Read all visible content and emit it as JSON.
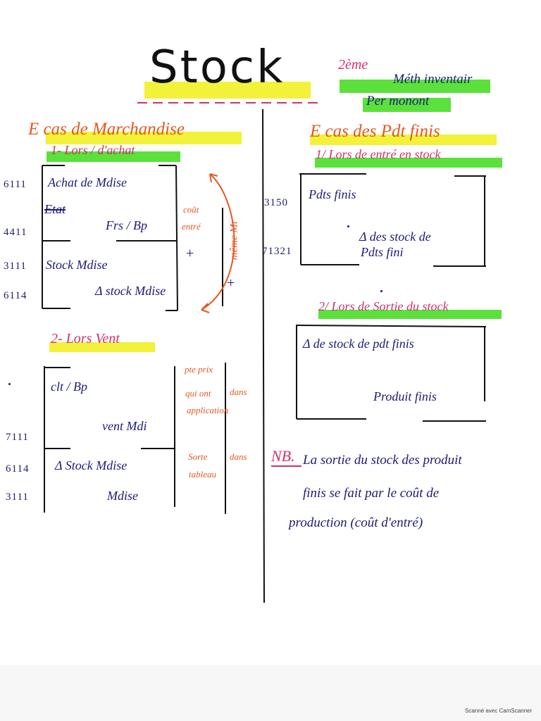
{
  "header": {
    "title": "Stock",
    "ordinal": "2ème",
    "method": "Méth inventair",
    "method_type": "Per monont"
  },
  "merchandise": {
    "heading": "E cas de Marchandise",
    "purchase": {
      "heading": "1- Lors / d'achat",
      "accounts": [
        "6111",
        "4411",
        "3111",
        "6114"
      ],
      "lines": [
        "Achat de Mdise",
        "Etat",
        "Frs / Bp",
        "Stock Mdise",
        "Δ stock Mdise"
      ],
      "notes": [
        "coût",
        "entré",
        "+",
        "même Mt",
        "+"
      ]
    },
    "sale": {
      "heading": "2- Lors Vent",
      "accounts": [
        "7111",
        "6114",
        "3111"
      ],
      "lines": [
        "clt / Bp",
        "vent Mdi",
        "Δ Stock Mdise",
        "Mdise"
      ],
      "notes": [
        "pte prix",
        "qui ont",
        "dans",
        "application",
        "Sorte",
        "dans",
        "tableau"
      ]
    }
  },
  "finished_goods": {
    "heading": "E cas des Pdt finis",
    "entry": {
      "heading": "1/ Lors de entré en stock",
      "accounts": [
        "3150",
        "71321"
      ],
      "lines": [
        "Pdts finis",
        "Δ des stock de",
        "Pdts fini"
      ]
    },
    "exit": {
      "heading": "2/ Lors de Sortie du stock",
      "lines": [
        "Δ de stock de pdt finis",
        "Produit finis"
      ]
    }
  },
  "note": {
    "label": "NB.",
    "lines": [
      "La sortie du stock des produit",
      "finis se fait par le coût de",
      "production (coût d'entré)"
    ]
  },
  "footer": "Scanné avec CamScanner",
  "colors": {
    "ink": "#1c1c78",
    "orange": "#e8561f",
    "pink": "#d3306c",
    "yellow": "#f2f23a",
    "green": "#5be03c"
  }
}
